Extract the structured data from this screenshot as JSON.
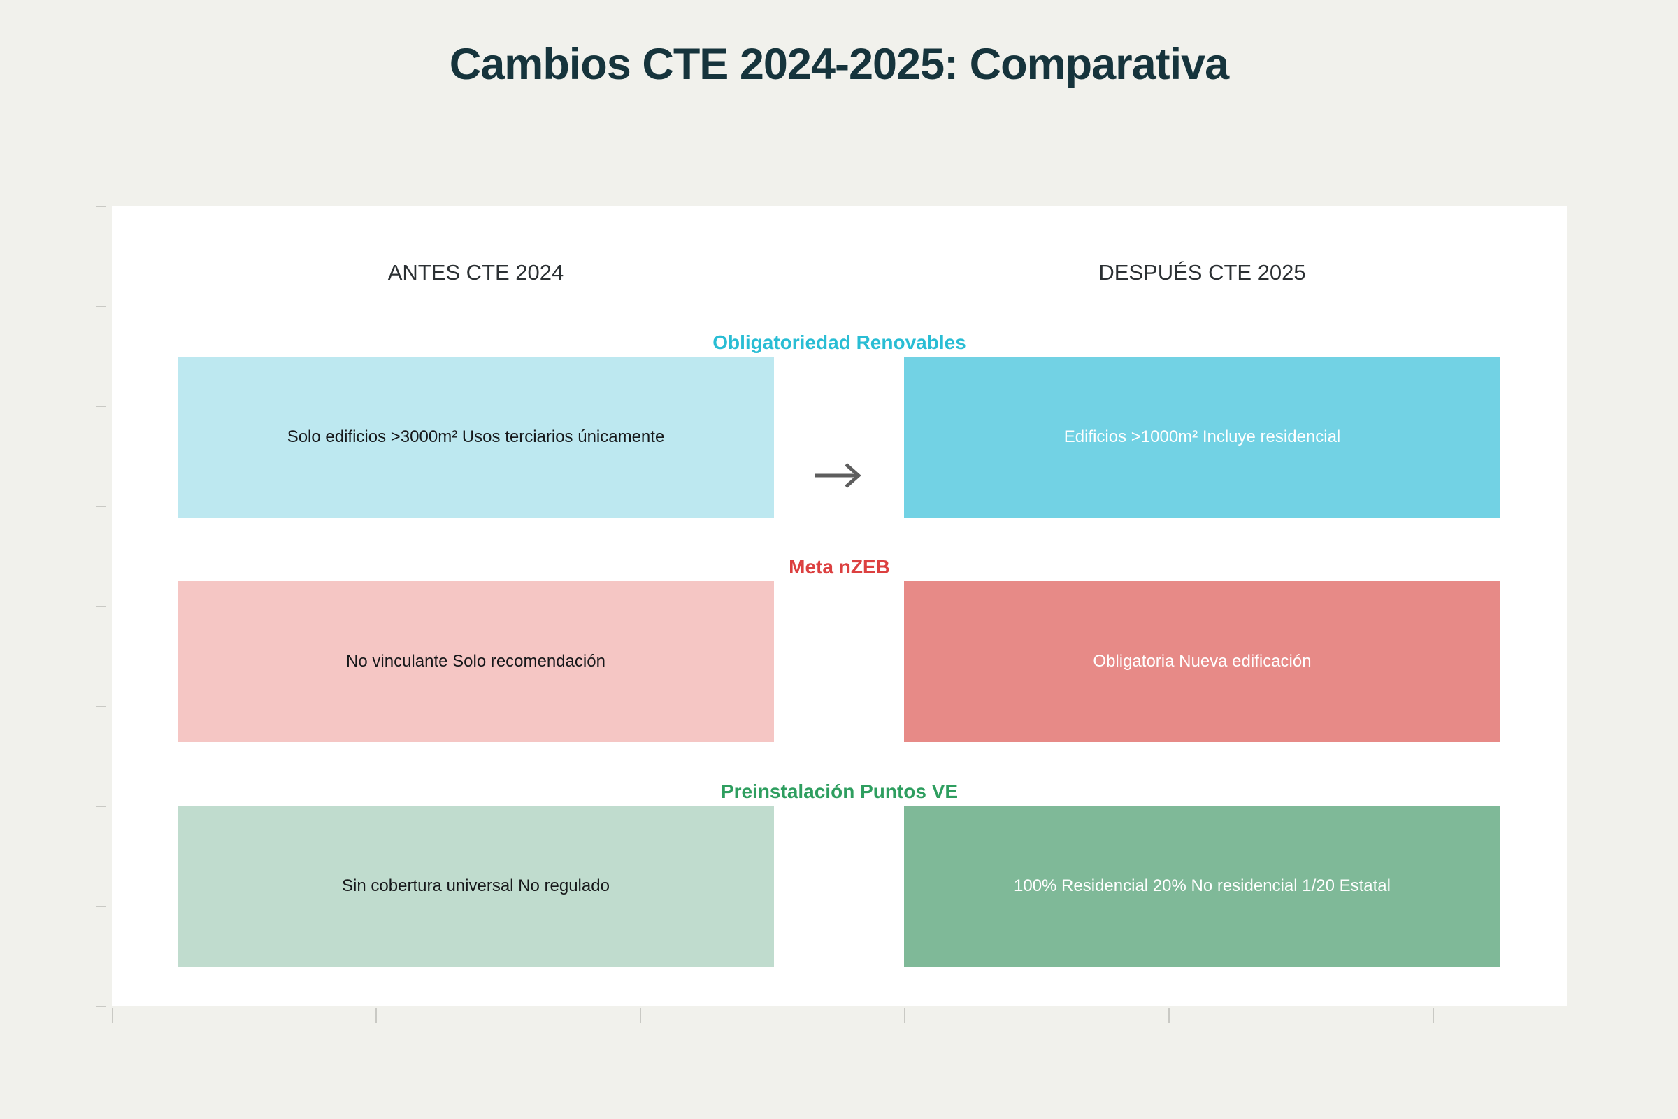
{
  "title": "Cambios CTE 2024-2025: Comparativa",
  "columns": {
    "before": "ANTES CTE 2024",
    "after": "DESPUÉS CTE 2025"
  },
  "arrow_icon": "arrow-right-icon",
  "colors": {
    "background": "#f1f1ec",
    "panel": "#ffffff",
    "title": "#16343c",
    "header": "#2b3033",
    "arrow": "#5d5d5d"
  },
  "chart_data": {
    "type": "bar",
    "title": "Cambios CTE 2024-2025: Comparativa",
    "xlabel": "",
    "ylabel": "",
    "grid": false,
    "legend": "none",
    "categories": [
      "Obligatoriedad Renovables",
      "Meta nZEB",
      "Preinstalación Puntos VE"
    ],
    "series": [
      {
        "name": "ANTES CTE 2024",
        "values": [
          "Solo edificios >3000m² Usos terciarios únicamente",
          "No vinculante Solo recomendación",
          "Sin cobertura universal No regulado"
        ]
      },
      {
        "name": "DESPUÉS CTE 2025",
        "values": [
          "Edificios >1000m² Incluye residencial",
          "Obligatoria Nueva edificación",
          "100% Residencial 20% No residencial 1/20 Estatal"
        ]
      }
    ],
    "rows": [
      {
        "label": "Obligatoriedad Renovables",
        "label_color": "#29bdd4",
        "before_text": "Solo edificios >3000m² Usos terciarios únicamente",
        "before_color": "#bde8f0",
        "after_text": "Edificios >1000m² Incluye residencial",
        "after_color": "#72d2e4"
      },
      {
        "label": "Meta nZEB",
        "label_color": "#dc4040",
        "before_text": "No vinculante Solo recomendación",
        "before_color": "#f5c6c4",
        "after_text": "Obligatoria Nueva edificación",
        "after_color": "#e78a87"
      },
      {
        "label": "Preinstalación Puntos VE",
        "label_color": "#2e9e5f",
        "before_text": "Sin cobertura universal No regulado",
        "before_color": "#c0dcce",
        "after_text": "100% Residencial 20% No residencial 1/20 Estatal",
        "after_color": "#7fb998"
      }
    ]
  }
}
